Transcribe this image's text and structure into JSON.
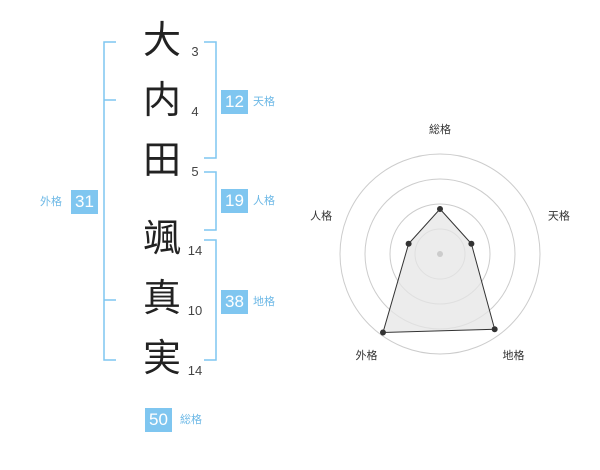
{
  "name_chars": [
    {
      "char": "大",
      "strokes": "3"
    },
    {
      "char": "内",
      "strokes": "4"
    },
    {
      "char": "田",
      "strokes": "5"
    },
    {
      "char": "颯",
      "strokes": "14"
    },
    {
      "char": "真",
      "strokes": "10"
    },
    {
      "char": "実",
      "strokes": "14"
    }
  ],
  "groups": {
    "tenkaku": {
      "label": "天格",
      "value": "12"
    },
    "jinkaku": {
      "label": "人格",
      "value": "19"
    },
    "chikaku": {
      "label": "地格",
      "value": "38"
    },
    "gaikaku": {
      "label": "外格",
      "value": "31"
    },
    "soukaku": {
      "label": "総格",
      "value": "50"
    }
  },
  "colors": {
    "accent": "#7fc6f0",
    "bracket": "#7fc6f0",
    "label": "#6cb8e6"
  },
  "chart_data": {
    "type": "radar",
    "axes": [
      "総格",
      "天格",
      "地格",
      "外格",
      "人格"
    ],
    "rings": 4,
    "polygon_points": [
      {
        "axis": "総格",
        "level": 0.45
      },
      {
        "axis": "天格",
        "level": 0.33
      },
      {
        "axis": "地格",
        "level": 0.93
      },
      {
        "axis": "外格",
        "level": 0.97
      },
      {
        "axis": "人格",
        "level": 0.33
      }
    ]
  }
}
